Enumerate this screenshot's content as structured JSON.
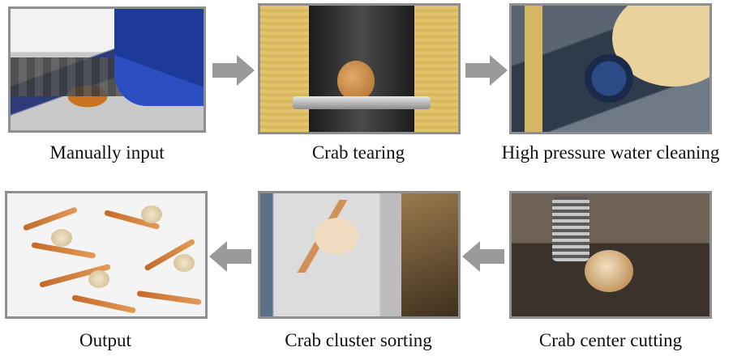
{
  "steps": [
    {
      "id": "manually-input",
      "label": "Manually input"
    },
    {
      "id": "crab-tearing",
      "label": "Crab tearing"
    },
    {
      "id": "high-pressure-water-cleaning",
      "label": "High pressure water cleaning"
    },
    {
      "id": "output",
      "label": "Output"
    },
    {
      "id": "crab-cluster-sorting",
      "label": "Crab cluster sorting"
    },
    {
      "id": "crab-center-cutting",
      "label": "Crab center cutting"
    }
  ],
  "colors": {
    "frame_border": "#8f8f8f",
    "arrow_fill": "#9a9a9a",
    "caption_text": "#111111",
    "background": "#ffffff"
  },
  "arrows": [
    {
      "from": "manually-input",
      "to": "crab-tearing",
      "direction": "right"
    },
    {
      "from": "crab-tearing",
      "to": "high-pressure-water-cleaning",
      "direction": "right"
    },
    {
      "from": "crab-center-cutting",
      "to": "crab-cluster-sorting",
      "direction": "left"
    },
    {
      "from": "crab-cluster-sorting",
      "to": "output",
      "direction": "left"
    }
  ]
}
